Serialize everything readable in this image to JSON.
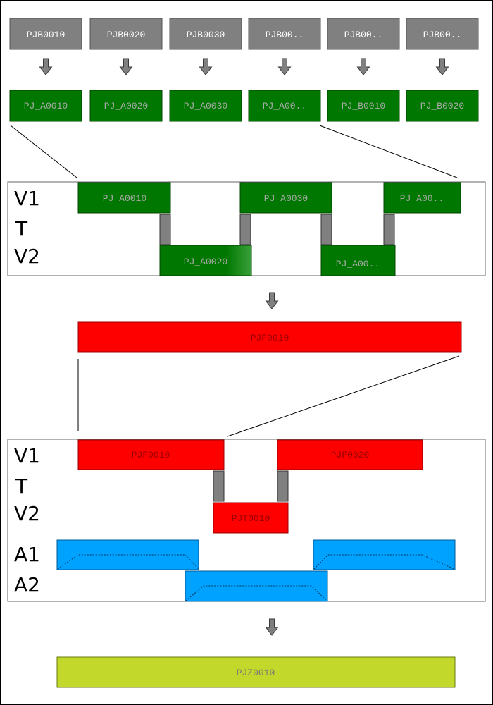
{
  "colors": {
    "source": "#808080",
    "green": "#007700",
    "red": "#ff0000",
    "blue": "#00a2ff",
    "lime": "#c2d82a",
    "connector": "#808080",
    "frame": "#666666"
  },
  "source_row": [
    "PJB0010",
    "PJB0020",
    "PJB0030",
    "PJB00..",
    "PJB00..",
    "PJB00.."
  ],
  "green_row": [
    "PJ_A0010",
    "PJ_A0020",
    "PJ_A0030",
    "PJ_A00..",
    "PJ_B0010",
    "PJ_B0020"
  ],
  "timeline1": {
    "track_labels": [
      "V1",
      "T",
      "V2"
    ],
    "v1_clips": [
      "PJ_A0010",
      "PJ_A0030",
      "PJ_A00.."
    ],
    "v2_clips": [
      "PJ_A0020",
      "PJ_A00.."
    ]
  },
  "merged_clip": "PJF0010",
  "timeline2": {
    "track_labels": [
      "V1",
      "T",
      "V2",
      "A1",
      "A2"
    ],
    "v1_clips": [
      "PJF0010",
      "PJF0020"
    ],
    "v2_clips": [
      "PJT0010"
    ]
  },
  "final_clip": "PJZ0010"
}
